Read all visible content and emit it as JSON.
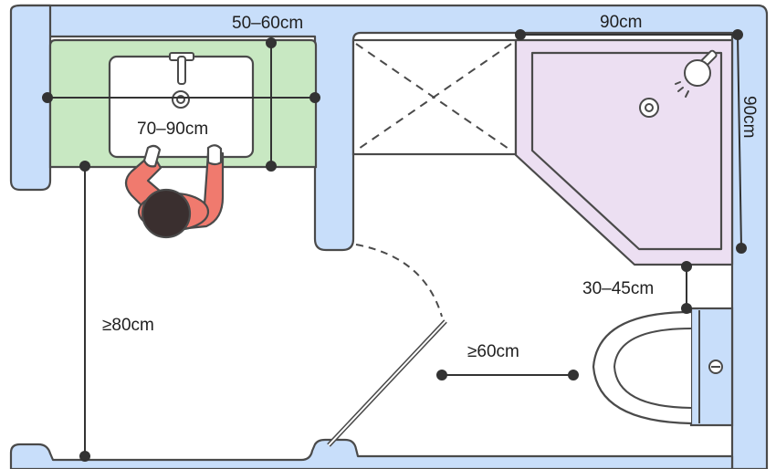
{
  "labels": {
    "vanity_depth": "50–60cm",
    "sink_width": "70–90cm",
    "shower_width": "90cm",
    "shower_depth": "90cm",
    "toilet_clearance": "30–45cm",
    "front_clearance": "≥60cm",
    "aisle_width": "≥80cm"
  },
  "colors": {
    "wall": "#c8defa",
    "outline": "#4a4a4a",
    "vanity": "#c8e8c2",
    "shower_tray": "#ecdff2",
    "tank": "#c8defa",
    "skin": "#ffffff",
    "shirt": "#f07a6e",
    "hair": "#3a2f2f",
    "dim": "#333333"
  },
  "icons": [
    "faucet-icon",
    "sink-drain-icon",
    "shower-head-icon",
    "shower-drain-icon",
    "flush-button-icon",
    "person-icon",
    "door-swing-icon"
  ]
}
